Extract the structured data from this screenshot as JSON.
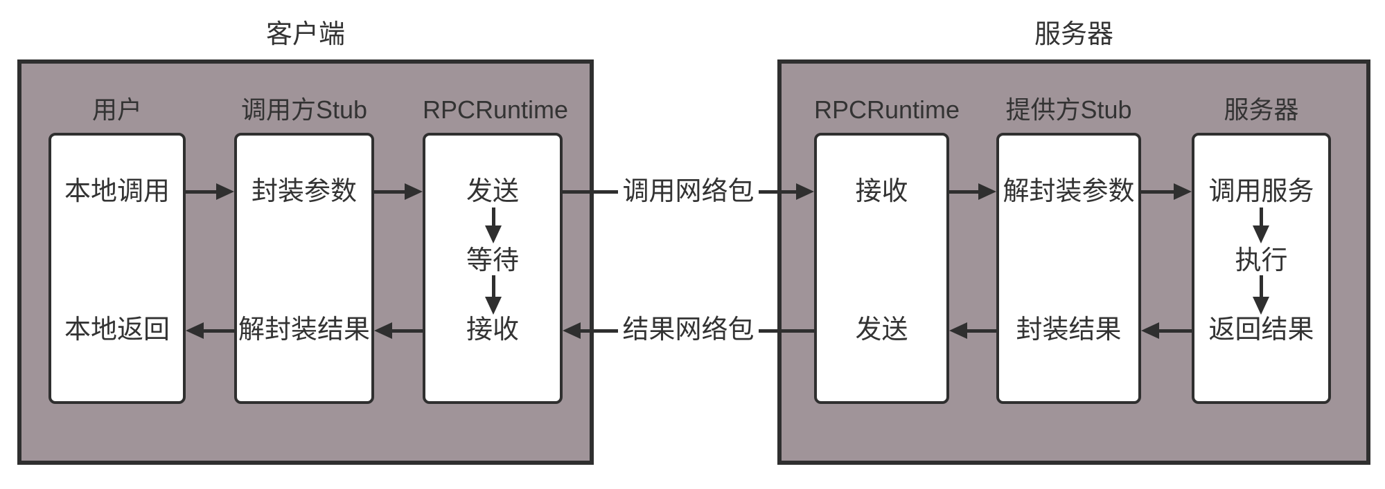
{
  "diagram": {
    "client": {
      "title": "客户端",
      "columns": [
        {
          "label": "用户",
          "top": "本地调用",
          "bottom": "本地返回"
        },
        {
          "label": "调用方Stub",
          "top": "封装参数",
          "bottom": "解封装结果"
        },
        {
          "label": "RPCRuntime",
          "top": "发送",
          "middle": "等待",
          "bottom": "接收"
        }
      ]
    },
    "server": {
      "title": "服务器",
      "columns": [
        {
          "label": "RPCRuntime",
          "top": "接收",
          "bottom": "发送"
        },
        {
          "label": "提供方Stub",
          "top": "解封装参数",
          "bottom": "封装结果"
        },
        {
          "label": "服务器",
          "top": "调用服务",
          "middle": "执行",
          "bottom": "返回结果"
        }
      ]
    },
    "network": {
      "request_label": "调用网络包",
      "response_label": "结果网络包"
    },
    "colors": {
      "panel_fill": "#a09499",
      "line": "#2f2f2f",
      "box_fill": "#ffffff",
      "text": "#333333",
      "canvas": "#ffffff"
    }
  }
}
